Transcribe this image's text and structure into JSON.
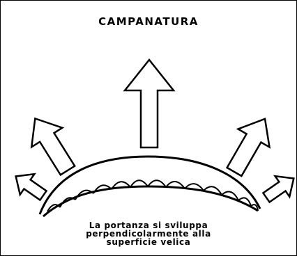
{
  "title": "CAMPANATURA",
  "caption": {
    "lines": [
      "La portanza si sviluppa",
      "perpendicolarmente alla",
      "superficie velica"
    ]
  },
  "colors": {
    "ink": "#000000",
    "background": "#ffffff"
  },
  "diagram": {
    "arrows": [
      "center-arrow",
      "left-arrow",
      "right-arrow",
      "far-left-arrow",
      "far-right-arrow"
    ],
    "airflow_bubbles": 13
  }
}
